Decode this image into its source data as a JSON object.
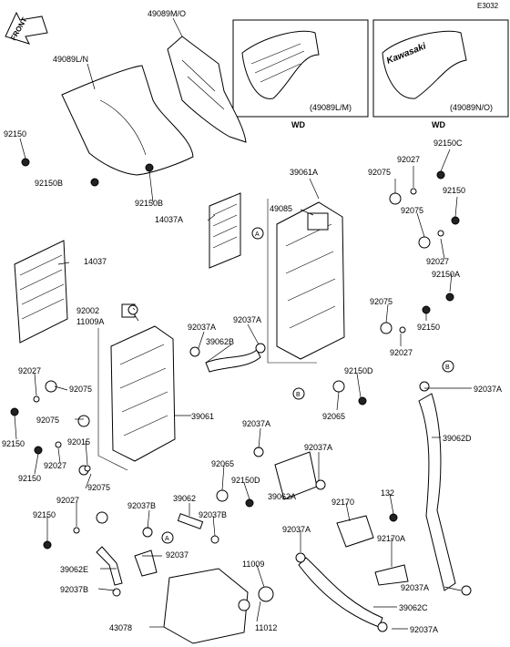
{
  "diagram_code": "E3032",
  "front_label": "FRONT",
  "inset_left": {
    "part_ref": "(49089L/M)",
    "caption": "WD"
  },
  "inset_right": {
    "part_ref": "(49089N/O)",
    "caption": "WD",
    "brand": "Kawasaki"
  },
  "callout_a": "A",
  "callout_b": "B",
  "labels": {
    "p49089MO": "49089M/O",
    "p49089LN": "49089L/N",
    "p92150_1": "92150",
    "p92150B_1": "92150B",
    "p92150B_2": "92150B",
    "p39061A": "39061A",
    "p92150C": "92150C",
    "p92027_1": "92027",
    "p92075_1": "92075",
    "p92150_2": "92150",
    "p49085": "49085",
    "p92075_2": "92075",
    "p14037A": "14037A",
    "p92027_2": "92027",
    "p14037": "14037",
    "p92150A": "92150A",
    "p92002": "92002",
    "p11009A": "11009A",
    "p92075_3": "92075",
    "p92037A_1": "92037A",
    "p92037A_2": "92037A",
    "p92150_3": "92150",
    "p39062B": "39062B",
    "p92027_3": "92027",
    "p92150D_1": "92150D",
    "p92037A_3": "92037A",
    "p92027_4": "92027",
    "p92075_4": "92075",
    "p92065_1": "92065",
    "p39061": "39061",
    "p92075_5": "92075",
    "p92037A_4": "92037A",
    "p39062D": "39062D",
    "p92150_4": "92150",
    "p92015": "92015",
    "p92037A_5": "92037A",
    "p92027_5": "92027",
    "p92150_5": "92150",
    "p92065_2": "92065",
    "p92150D_2": "92150D",
    "p92075_6": "92075",
    "p39062A": "39062A",
    "p92027_6": "92027",
    "p92037B_1": "92037B",
    "p39062": "39062",
    "p92170": "92170",
    "p132": "132",
    "p92150_6": "92150",
    "p92037B_2": "92037B",
    "p92037A_6": "92037A",
    "p92170A": "92170A",
    "p92037": "92037",
    "p39062E": "39062E",
    "p11009": "11009",
    "p92037B_3": "92037B",
    "p92037A_7": "92037A",
    "p39062C": "39062C",
    "p43078": "43078",
    "p11012": "11012",
    "p92037A_8": "92037A"
  }
}
